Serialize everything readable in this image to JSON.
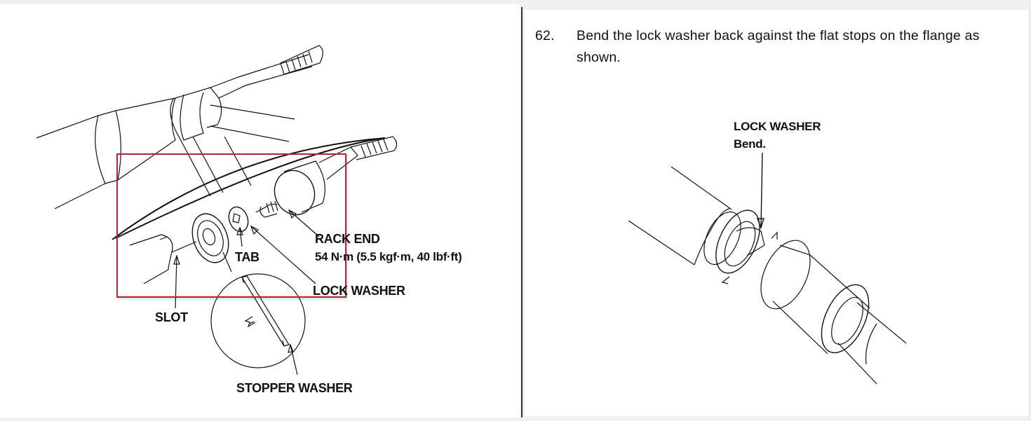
{
  "left_figure": {
    "labels": {
      "rack_end": "RACK END",
      "torque": "54 N·m (5.5 kgf·m, 40 lbf·ft)",
      "tab": "TAB",
      "lock_washer": "LOCK WASHER",
      "slot": "SLOT",
      "stopper_washer": "STOPPER WASHER"
    },
    "highlight_color": "#b3262b"
  },
  "right_section": {
    "step_number": "62.",
    "step_text": "Bend the lock washer back against the flat stops on the flange as shown.",
    "labels": {
      "lock_washer": "LOCK WASHER",
      "bend": "Bend."
    }
  }
}
